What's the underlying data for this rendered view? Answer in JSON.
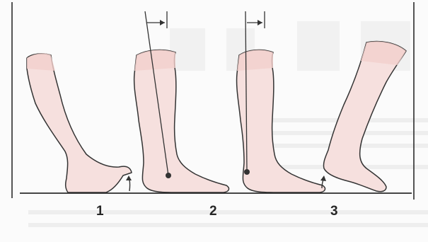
{
  "figure": {
    "stages": [
      {
        "label": "1"
      },
      {
        "label": "2"
      },
      {
        "label": "3"
      }
    ]
  }
}
